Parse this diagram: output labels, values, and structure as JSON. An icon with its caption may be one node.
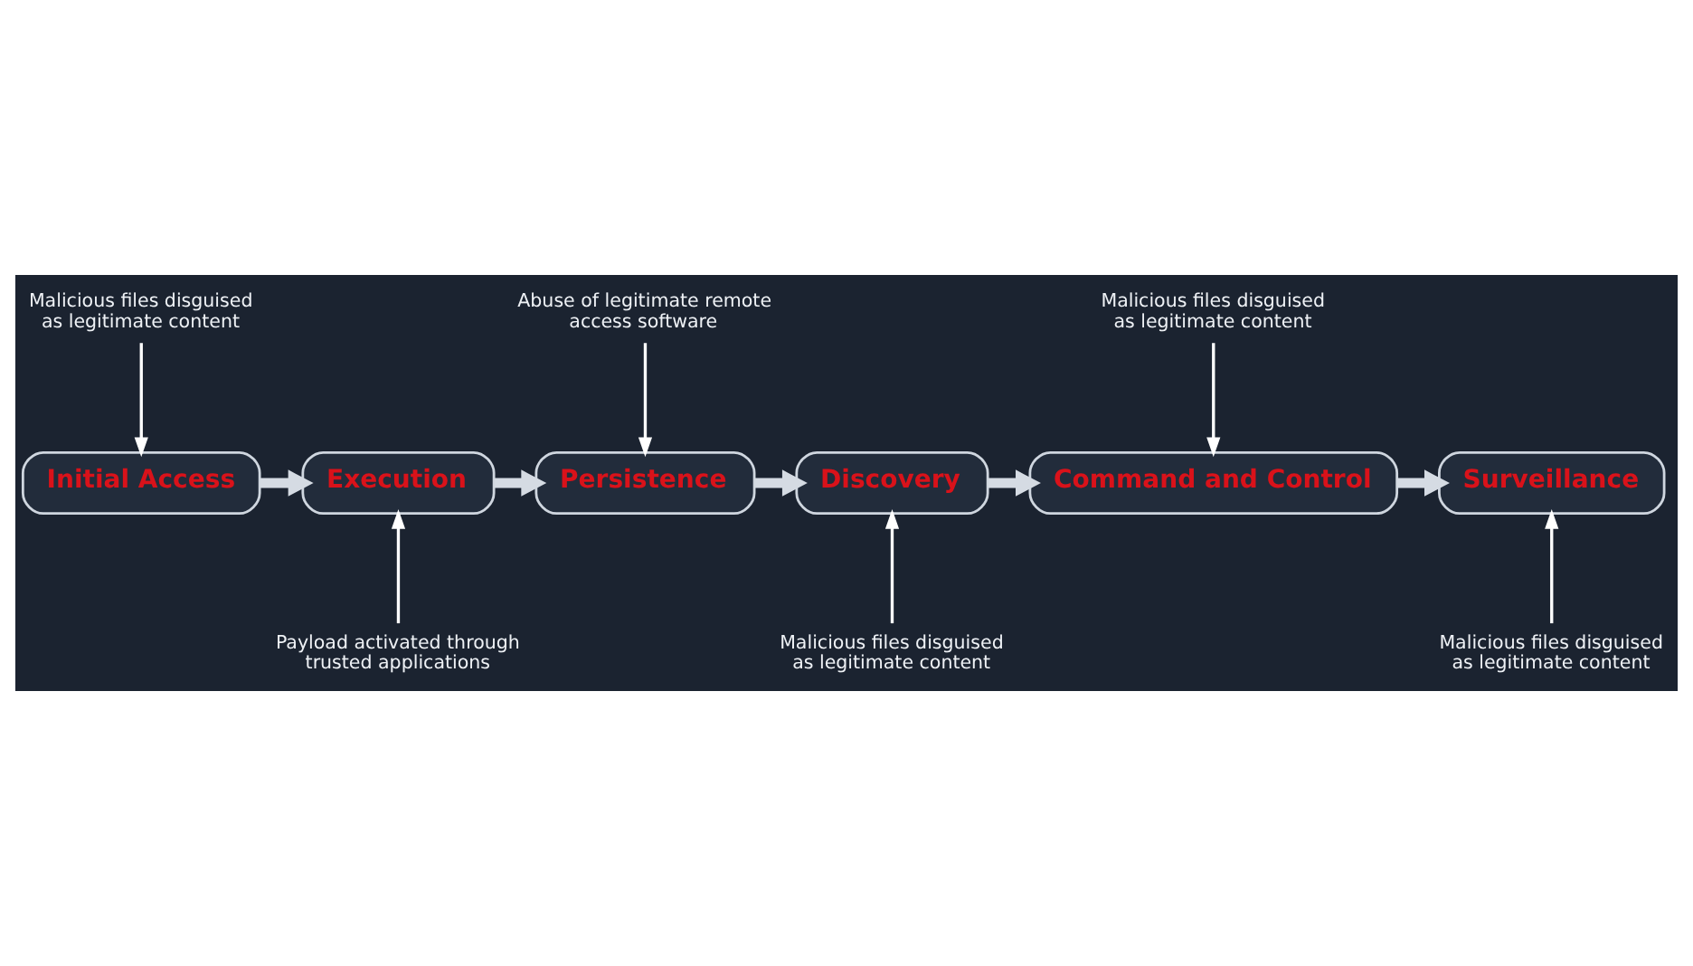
{
  "diagram": {
    "nodes": [
      {
        "text": [
          "Initial Access"
        ]
      },
      {
        "text": [
          "Execution"
        ]
      },
      {
        "text": [
          "Persistence"
        ]
      },
      {
        "text": [
          "Discovery"
        ]
      },
      {
        "text": [
          "Command and Control"
        ]
      },
      {
        "text": [
          "Surveillance"
        ]
      },
      {
        "text": [
          "Malicious files disguised as legitimate content"
        ]
      },
      {
        "text": [
          "Abuse of legitimate remote access software"
        ]
      },
      {
        "text": [
          "Malicious files disguised as legitimate content"
        ]
      },
      {
        "text": [
          "Payload activated through trusted applications"
        ]
      },
      {
        "text": [
          "Malicious files disguised as legitimate content"
        ]
      },
      {
        "text": [
          "Malicious files disguised as legitimate content"
        ]
      }
    ],
    "edges": [
      {
        "from": 0,
        "to": 1,
        "arrow": "to",
        "style": "thick",
        "color": "#d5dbe3"
      },
      {
        "from": 1,
        "to": 2,
        "arrow": "to",
        "style": "thick",
        "color": "#d5dbe3"
      },
      {
        "from": 2,
        "to": 3,
        "arrow": "to",
        "style": "thick",
        "color": "#d5dbe3"
      },
      {
        "from": 3,
        "to": 4,
        "arrow": "to",
        "style": "thick",
        "color": "#d5dbe3"
      },
      {
        "from": 4,
        "to": 5,
        "arrow": "to",
        "style": "thick",
        "color": "#d5dbe3"
      },
      {
        "from": 6,
        "to": 0,
        "arrow": "to"
      },
      {
        "from": 7,
        "to": 2,
        "arrow": "to"
      },
      {
        "from": 8,
        "to": 4,
        "arrow": "to"
      },
      {
        "from": 9,
        "to": 1,
        "arrow": "to"
      },
      {
        "from": 10,
        "to": 3,
        "arrow": "to"
      },
      {
        "from": 11,
        "to": 5,
        "arrow": "to"
      }
    ]
  }
}
